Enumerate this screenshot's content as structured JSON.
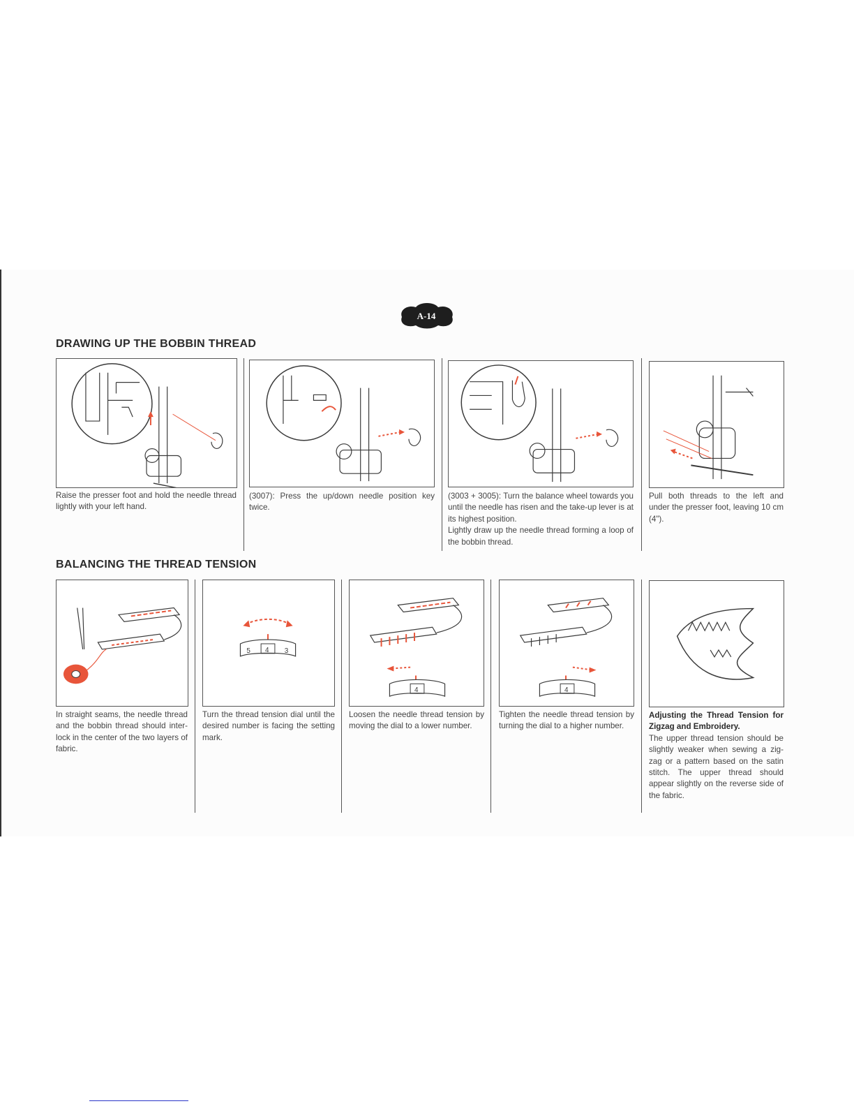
{
  "page_badge": "A-14",
  "section1": {
    "title": "DRAWING UP THE BOBBIN THREAD",
    "steps": [
      {
        "caption": "Raise the presser foot and hold the needle thread lightly with your left hand."
      },
      {
        "caption": "(3007):  Press the up/down needle position key twice."
      },
      {
        "caption": "(3003 + 3005):  Turn the balance wheel towards you until the needle has risen and the take-up lever is at its highest position.",
        "caption2": "Lightly draw up the needle thread forming a loop of the bobbin thread."
      },
      {
        "caption": "Pull both threads to the left and under the presser foot, leaving 10 cm (4\")."
      }
    ]
  },
  "section2": {
    "title": "BALANCING THE THREAD TENSION",
    "steps": [
      {
        "caption": "In straight seams, the needle thread and the bobbin thread should inter-lock in the center of the two layers of fabric."
      },
      {
        "caption": "Turn the thread tension dial until the desired number is facing the setting mark."
      },
      {
        "caption": "Loosen the needle thread tension by moving the dial to a lower number."
      },
      {
        "caption": "Tighten the needle thread tension by turning the dial to a higher number."
      },
      {
        "caption_bold": "Adjusting the Thread Tension for Zigzag and Embroidery.",
        "caption": "The upper thread tension should be slightly weaker when sewing a zig-zag or a pattern based on the satin stitch. The upper thread should appear slightly on the reverse side of the fabric."
      }
    ]
  },
  "dial": {
    "left_num": "5",
    "center_num": "4",
    "right_num": "3"
  },
  "colors": {
    "accent": "#e8553a",
    "line": "#3a3a3a"
  }
}
